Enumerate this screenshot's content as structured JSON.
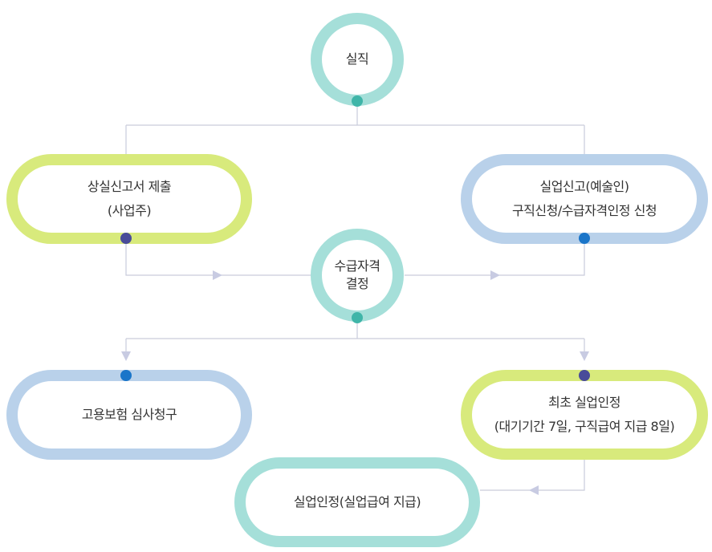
{
  "colors": {
    "teal_ring": "#a5dfd9",
    "teal_dot": "#3fb5a8",
    "green_ring": "#d8ea7c",
    "blue_ring": "#b9d1ea",
    "navy_dot": "#494c99",
    "blue_dot": "#1a75c9",
    "line": "#c9ccdb",
    "arrow": "#c8cbe2"
  },
  "nodes": {
    "job_loss": {
      "label": "실직"
    },
    "report_loss": {
      "line1": "상실신고서 제출",
      "line2": "(사업주)"
    },
    "unemployment_report": {
      "line1": "실업신고(예술인)",
      "line2": "구직신청/수급자격인정 신청"
    },
    "eligibility_decision": {
      "line1": "수급자격",
      "line2": "결정"
    },
    "insurance_review": {
      "label": "고용보험 심사청구"
    },
    "first_recognition": {
      "line1": "최초 실업인정",
      "line2": "(대기기간 7일, 구직급여 지급 8일)"
    },
    "unemployment_recognition": {
      "label": "실업인정(실업급여 지급)"
    }
  }
}
